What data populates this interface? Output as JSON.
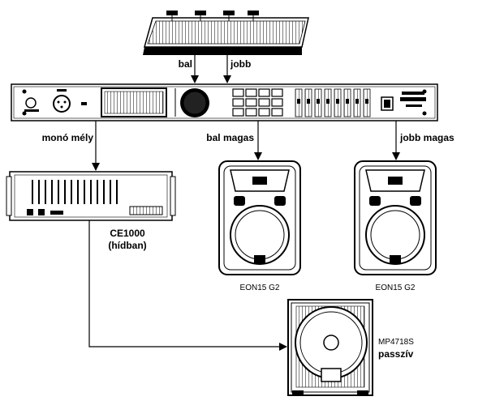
{
  "signal_labels": {
    "left_in": "bal",
    "right_in": "jobb",
    "mono_low": "monó mély",
    "left_high": "bal magas",
    "right_high": "jobb magas"
  },
  "amplifier": {
    "model": "CE1000",
    "mode": "(hídban)"
  },
  "speakers": {
    "left_model": "EON15 G2",
    "right_model": "EON15 G2"
  },
  "subwoofer": {
    "model": "MP4718S",
    "type": "passzív"
  }
}
